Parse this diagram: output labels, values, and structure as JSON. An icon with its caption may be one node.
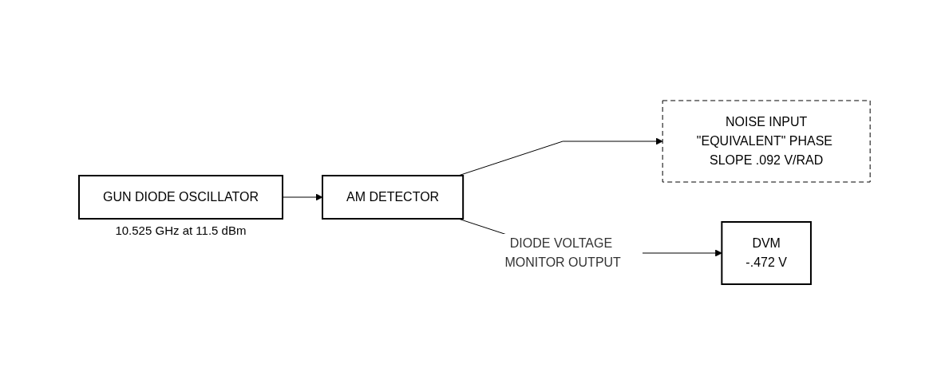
{
  "diagram": {
    "nodes": [
      {
        "text": [
          "GUN DIODE OSCILLATOR"
        ],
        "beside": [
          "10.525 GHz at 11.5 dBm"
        ]
      },
      {
        "text": [
          "AM DETECTOR"
        ]
      },
      {
        "text": [
          "DVM",
          "-.472 V"
        ]
      },
      {
        "text": [
          "NOISE INPUT",
          "\"EQUIVALENT\" PHASE SLOPE .092 V/RAD"
        ]
      }
    ],
    "edges": [
      {
        "from": 0,
        "to": 1,
        "arrow": "to"
      },
      {
        "from": 1,
        "to": 3,
        "arrow": "to"
      },
      {
        "from": 1,
        "to": 2,
        "arrow": "to",
        "label": "DIODE VOLTAGE MONITOR OUTPUT"
      }
    ]
  }
}
